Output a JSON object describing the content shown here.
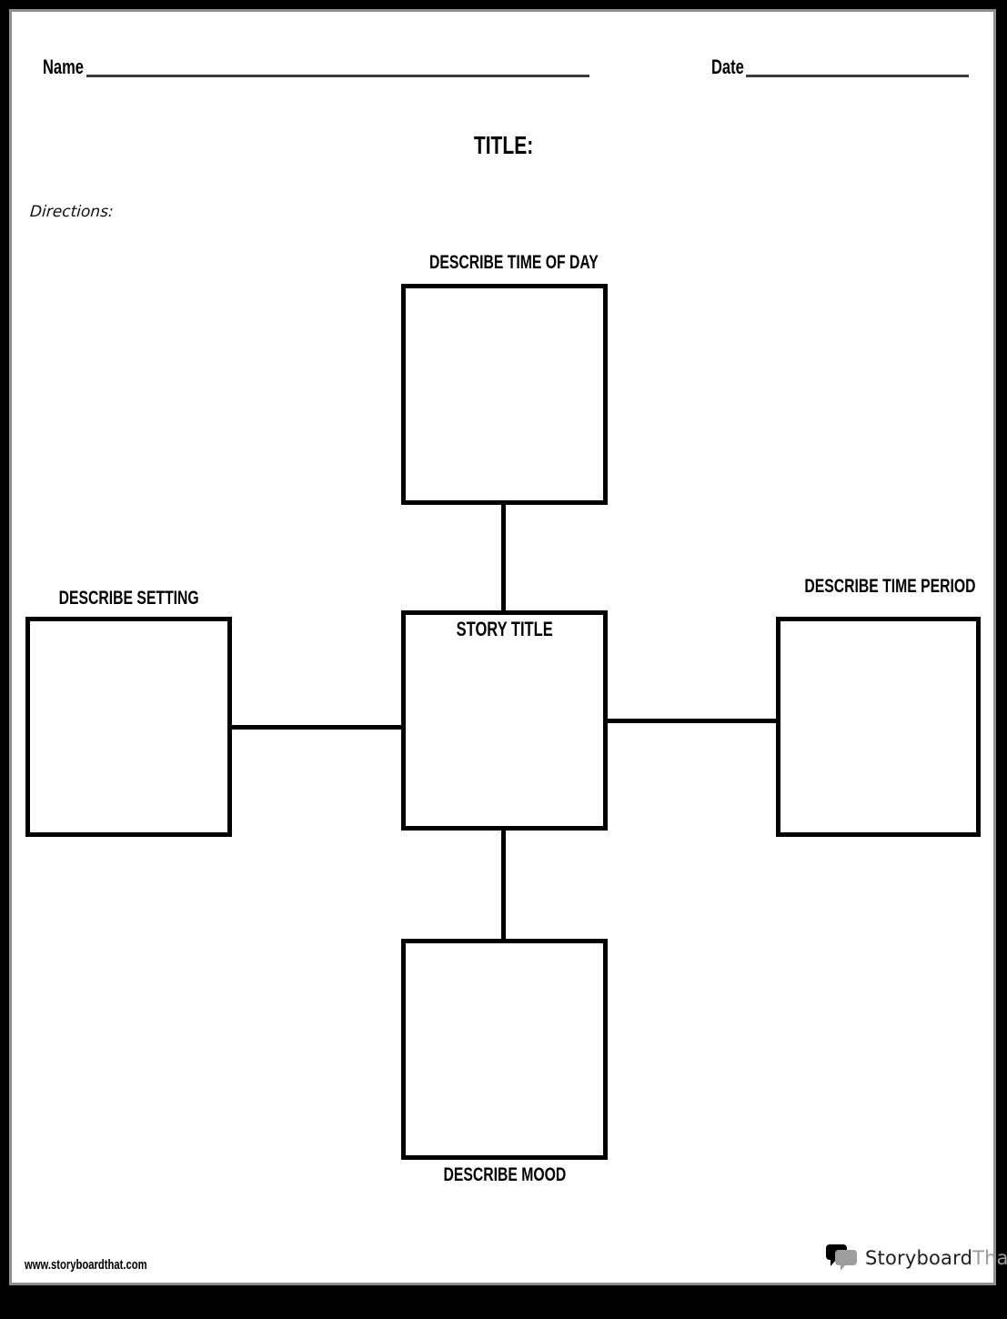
{
  "page": {
    "name_label": "Name",
    "name_value": "",
    "date_label": "Date",
    "date_value": "",
    "title_label": "TITLE:",
    "title_value": "",
    "directions_label": "Directions:",
    "directions_text": ""
  },
  "diagram": {
    "center_label": "STORY TITLE",
    "center_value": "",
    "top_label": "DESCRIBE TIME OF DAY",
    "top_value": "",
    "left_label": "DESCRIBE SETTING",
    "left_value": "",
    "right_label": "DESCRIBE TIME PERIOD",
    "right_value": "",
    "bottom_label": "DESCRIBE MOOD",
    "bottom_value": ""
  },
  "footer": {
    "website": "www.storyboardthat.com",
    "logo": {
      "icon": "speech-bubbles-icon",
      "primary": "Storyboard",
      "secondary": "That"
    }
  },
  "colors": {
    "frame": "#000000",
    "page_background": "#ffffff",
    "ink": "#000000",
    "rule_line": "#3d3d3d",
    "page_edge": "#8f8f8f",
    "logo_primary": "#1f1f1f",
    "logo_secondary": "#9b9b9b"
  }
}
